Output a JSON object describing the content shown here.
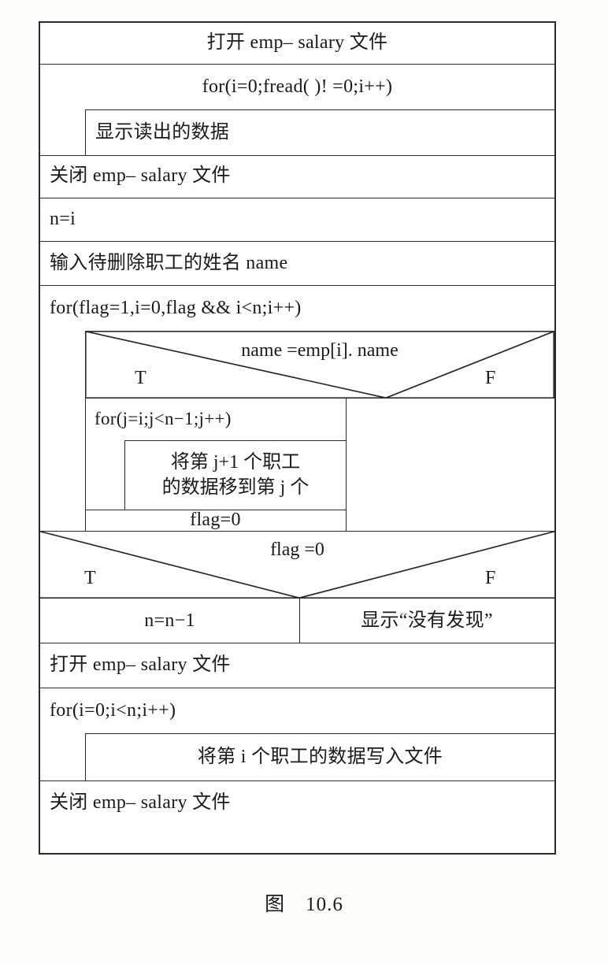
{
  "figure": {
    "caption_label": "图",
    "caption_number": "10.6",
    "type": "nassi-shneiderman-flowchart"
  },
  "chart_data": {
    "type": "table",
    "title": "图 10.6",
    "structure": "Nassi-Shneiderman (N-S) structured flowchart for deleting an employee record",
    "blocks": [
      {
        "id": "b1",
        "kind": "process",
        "text": "打开 emp– salary 文件",
        "align": "center",
        "depth": 0
      },
      {
        "id": "b2",
        "kind": "loop",
        "text": "for(i=0;fread( )! =0;i++)",
        "align": "center",
        "depth": 0
      },
      {
        "id": "b3",
        "kind": "process",
        "text": "显示读出的数据",
        "align": "left",
        "depth": 1
      },
      {
        "id": "b4",
        "kind": "process",
        "text": "关闭 emp– salary 文件",
        "align": "left",
        "depth": 0
      },
      {
        "id": "b5",
        "kind": "process",
        "text": "n=i",
        "align": "left",
        "depth": 0
      },
      {
        "id": "b6",
        "kind": "process",
        "text": "输入待删除职工的姓名 name",
        "align": "left",
        "depth": 0
      },
      {
        "id": "b7",
        "kind": "loop",
        "text": "for(flag=1,i=0,flag && i<n;i++)",
        "align": "left",
        "depth": 0
      },
      {
        "id": "b8",
        "kind": "condition",
        "text": "name =emp[i]. name",
        "true_label": "T",
        "false_label": "F",
        "depth": 1
      },
      {
        "id": "b9",
        "kind": "loop",
        "text": "for(j=i;j<n−1;j++)",
        "align": "left",
        "depth": 2,
        "branch": "true"
      },
      {
        "id": "b10",
        "kind": "process",
        "text_line1": "将第 j+1 个职工",
        "text_line2": "的数据移到第 j 个",
        "align": "center",
        "depth": 3,
        "branch": "true"
      },
      {
        "id": "b11",
        "kind": "process",
        "text": "flag=0",
        "align": "center",
        "depth": 2,
        "branch": "true"
      },
      {
        "id": "b12",
        "kind": "empty",
        "text": "",
        "depth": 2,
        "branch": "false"
      },
      {
        "id": "b13",
        "kind": "condition",
        "text": "flag =0",
        "true_label": "T",
        "false_label": "F",
        "depth": 0
      },
      {
        "id": "b14",
        "kind": "process",
        "text": "n=n−1",
        "align": "center",
        "depth": 1,
        "branch": "true"
      },
      {
        "id": "b15",
        "kind": "process",
        "text": "显示“没有发现”",
        "align": "center",
        "depth": 1,
        "branch": "false"
      },
      {
        "id": "b16",
        "kind": "process",
        "text": "打开 emp– salary 文件",
        "align": "left",
        "depth": 0
      },
      {
        "id": "b17",
        "kind": "loop",
        "text": "for(i=0;i<n;i++)",
        "align": "left",
        "depth": 0
      },
      {
        "id": "b18",
        "kind": "process",
        "text": "将第 i 个职工的数据写入文件",
        "align": "center",
        "depth": 1
      },
      {
        "id": "b19",
        "kind": "process",
        "text": "关闭 emp– salary 文件",
        "align": "left",
        "depth": 0
      }
    ]
  },
  "colors": {
    "ink": "#2a2a2a",
    "paper": "#fdfdfb"
  }
}
